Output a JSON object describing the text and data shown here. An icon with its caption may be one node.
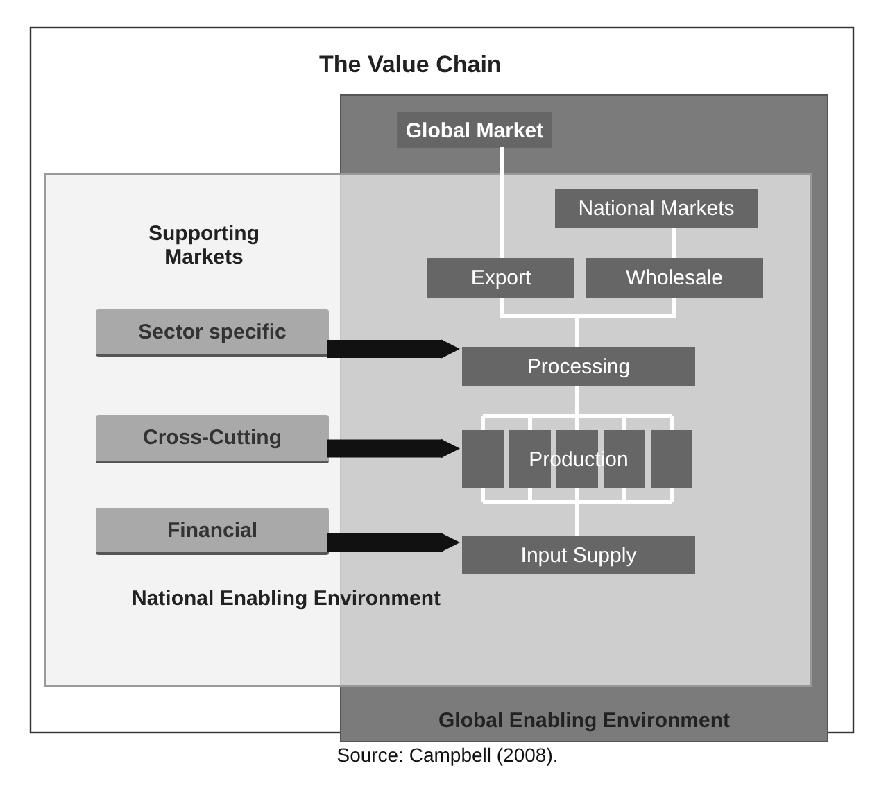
{
  "diagram": {
    "title": "The Value Chain",
    "caption": "Source: Campbell (2008).",
    "nodes": [
      {
        "text": [
          "Global Enabling Environment"
        ]
      },
      {
        "text": [
          "National Enabling Environment"
        ]
      },
      {
        "text": [
          "Global Market"
        ],
        "in": 0
      },
      {
        "text": [
          "National Markets"
        ]
      },
      {
        "text": [
          "Export"
        ]
      },
      {
        "text": [
          "Wholesale"
        ]
      },
      {
        "text": [
          "Processing"
        ]
      },
      {
        "text": [
          "Production"
        ]
      },
      {
        "text": [
          "Input Supply"
        ]
      },
      {
        "text": [
          "Sector specific"
        ],
        "in": 1
      },
      {
        "text": [
          "Cross-Cutting"
        ],
        "in": 1
      },
      {
        "text": [
          "Financial"
        ],
        "in": 1
      }
    ],
    "edges": [
      {
        "from": 2,
        "to": 4,
        "arrow": "none"
      },
      {
        "from": 3,
        "to": 5,
        "arrow": "none"
      },
      {
        "from": 4,
        "to": 6,
        "arrow": "none"
      },
      {
        "from": 5,
        "to": 6,
        "arrow": "none"
      },
      {
        "from": 6,
        "to": 7,
        "arrow": "none"
      },
      {
        "from": 7,
        "to": 8,
        "arrow": "none"
      },
      {
        "from": 9,
        "to": 6,
        "arrow": "to",
        "style": "thick",
        "color": "#111111"
      },
      {
        "from": 10,
        "to": 7,
        "arrow": "to",
        "style": "thick",
        "color": "#111111"
      },
      {
        "from": 11,
        "to": 8,
        "arrow": "to",
        "style": "thick",
        "color": "#111111"
      }
    ],
    "labels": [
      "Supporting Markets"
    ]
  }
}
